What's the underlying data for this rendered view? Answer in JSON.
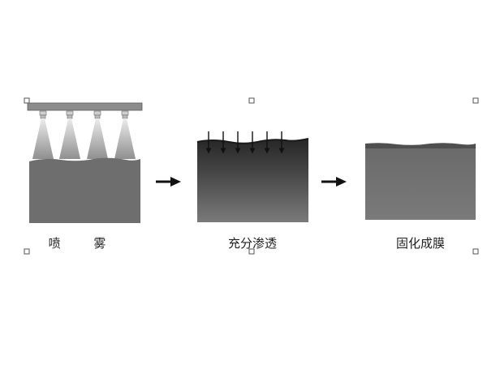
{
  "steps": [
    {
      "label": "喷 雾"
    },
    {
      "label": "充分渗透"
    },
    {
      "label": "固化成膜"
    }
  ],
  "connectors": [
    "arrow-right",
    "arrow-right"
  ],
  "colors": {
    "substrate": "#6e6e6e",
    "coating_dark": "#2a2a2a",
    "film": "#4f4f4f",
    "nozzle_bar": "#8c8c8c",
    "spray": "#b5b5b5"
  }
}
